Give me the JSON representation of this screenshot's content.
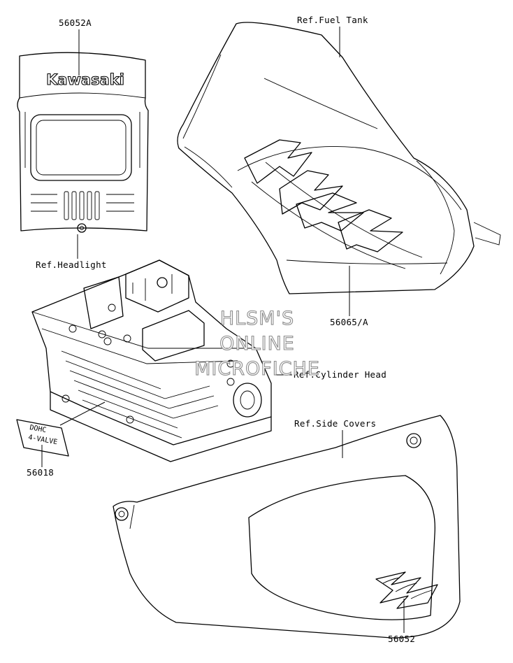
{
  "labels": {
    "headlight_decal_part": "56052A",
    "headlight_ref": "Ref.Headlight",
    "fuel_tank_ref": "Ref.Fuel Tank",
    "fuel_tank_decal_part": "56065/A",
    "cylinder_head_ref": "Ref.Cylinder Head",
    "valve_label_part": "56018",
    "side_covers_ref": "Ref.Side Covers",
    "side_cover_decal_part": "56052"
  },
  "decal_text": {
    "headlight_brand": "Kawasaki",
    "valve_line1": "DOHC",
    "valve_line2": "4-VALVE"
  },
  "watermark": {
    "line1": "HLSM'S",
    "line2": "ONLINE",
    "line3": "MICROFICHE"
  },
  "colors": {
    "line": "#000000",
    "watermark_outline": "#8c8c8c",
    "background": "#ffffff"
  }
}
